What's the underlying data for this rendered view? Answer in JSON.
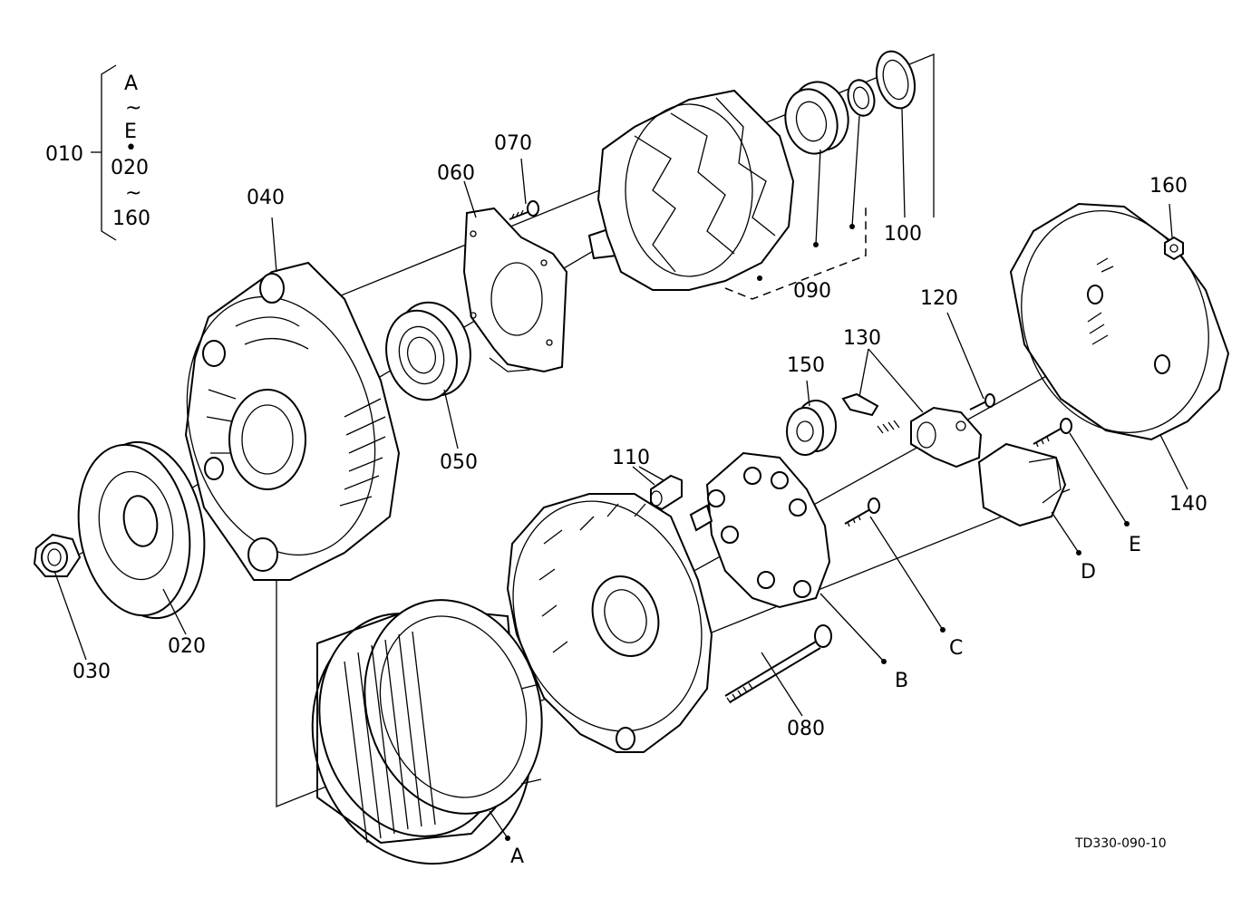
{
  "diagram": {
    "drawing_code": "TD330-090-10",
    "bracket_group": {
      "ref": "010",
      "range_start": "A",
      "tilde_1": "~",
      "range_end": "E",
      "separator": "•",
      "range2_start": "020",
      "tilde_2": "~",
      "range2_end": "160"
    },
    "callouts": {
      "p020": "020",
      "p030": "030",
      "p040": "040",
      "p050": "050",
      "p060": "060",
      "p070": "070",
      "p080": "080",
      "p090": "090",
      "p100": "100",
      "p110": "110",
      "p120": "120",
      "p130": "130",
      "p140": "140",
      "p150": "150",
      "p160": "160",
      "pA": "A",
      "pB": "B",
      "pC": "C",
      "pD": "D",
      "pE": "E"
    }
  }
}
